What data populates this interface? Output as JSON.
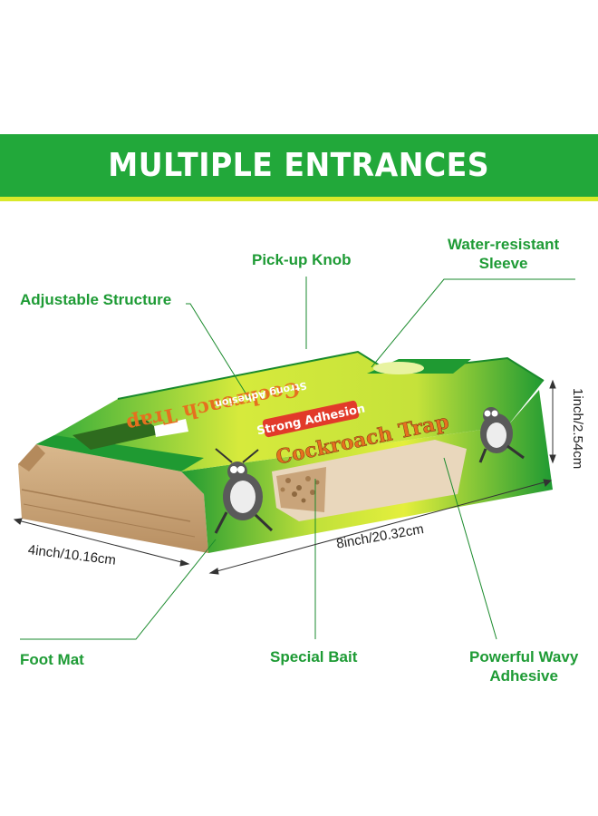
{
  "banner": {
    "title": "MULTIPLE ENTRANCES",
    "color": "#22a83a",
    "stripe_color": "#d9e92a"
  },
  "callouts": {
    "pickup_knob": "Pick-up Knob",
    "water_resistant_line1": "Water-resistant",
    "water_resistant_line2": "Sleeve",
    "adjustable_structure": "Adjustable Structure",
    "foot_mat": "Foot Mat",
    "special_bait": "Special Bait",
    "wavy_adhesive_line1": "Powerful Wavy",
    "wavy_adhesive_line2": "Adhesive",
    "label_color": "#1e9b35"
  },
  "dimensions": {
    "width": "4inch/10.16cm",
    "length": "8inch/20.32cm",
    "height": "1inch/2.54cm"
  },
  "product": {
    "print_top": "Strong Adhesion",
    "print_main": "Cockroach Trap",
    "print_flipped": "Cockroach Trap",
    "print_flipped_small": "Strong Adhesion",
    "green_dark": "#1f9a32",
    "green_light": "#d8ea3a",
    "cardboard": "#caa57a"
  }
}
